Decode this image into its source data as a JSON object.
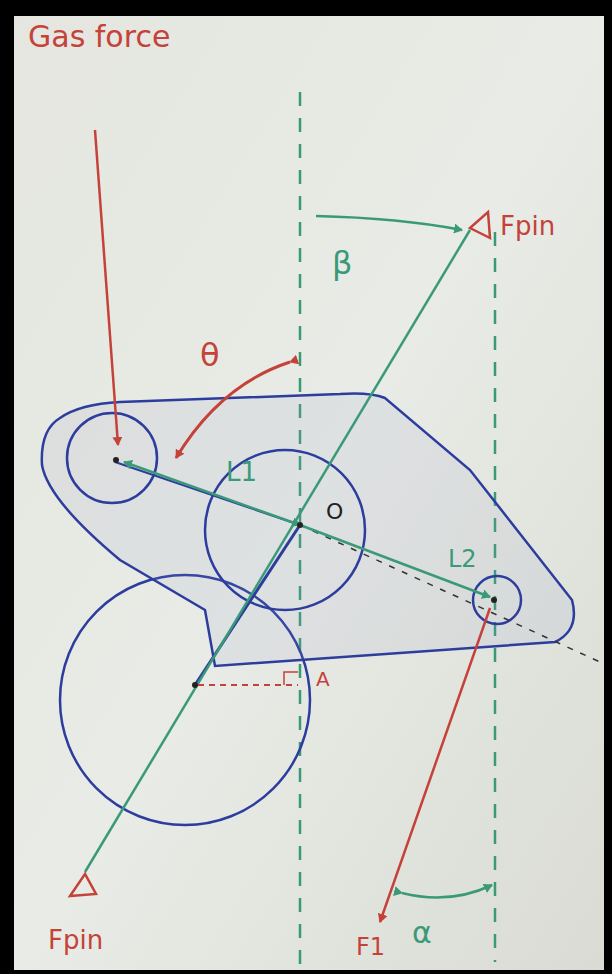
{
  "diagram": {
    "labels": [
      "Gas force",
      "θ",
      "β",
      "Fpin",
      "L1",
      "O",
      "L2",
      "A",
      "Fpin",
      "F1",
      "α"
    ]
  }
}
